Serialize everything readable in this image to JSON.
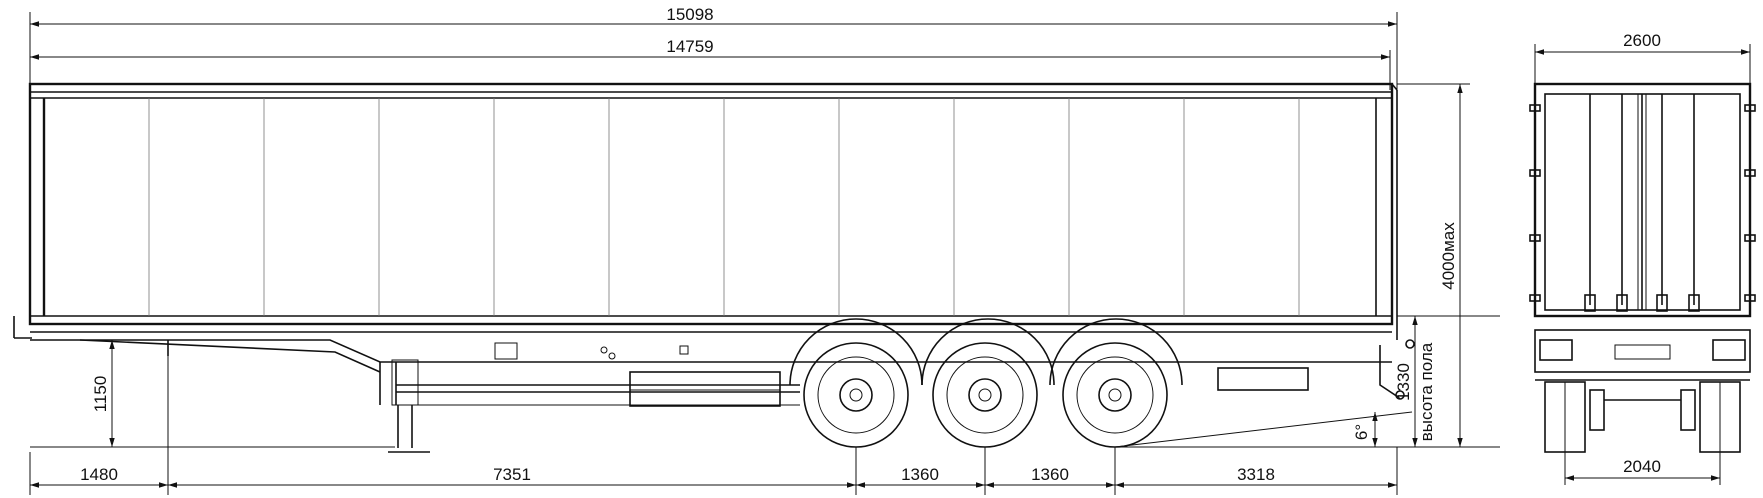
{
  "dimensions": {
    "overall_length": "15098",
    "body_length": "14759",
    "overall_width": "2600",
    "track_width": "2040",
    "overall_height": "4000мах",
    "floor_height_value": "1330",
    "floor_height_label": "высота пола",
    "fifth_wheel_height": "1150",
    "kingpin_offset": "1480",
    "kingpin_to_first_axle": "7351",
    "axle_spacing_1": "1360",
    "axle_spacing_2": "1360",
    "rear_overhang": "3318",
    "departure_angle": "6°"
  },
  "colors": {
    "line": "#111111",
    "background": "#ffffff"
  }
}
